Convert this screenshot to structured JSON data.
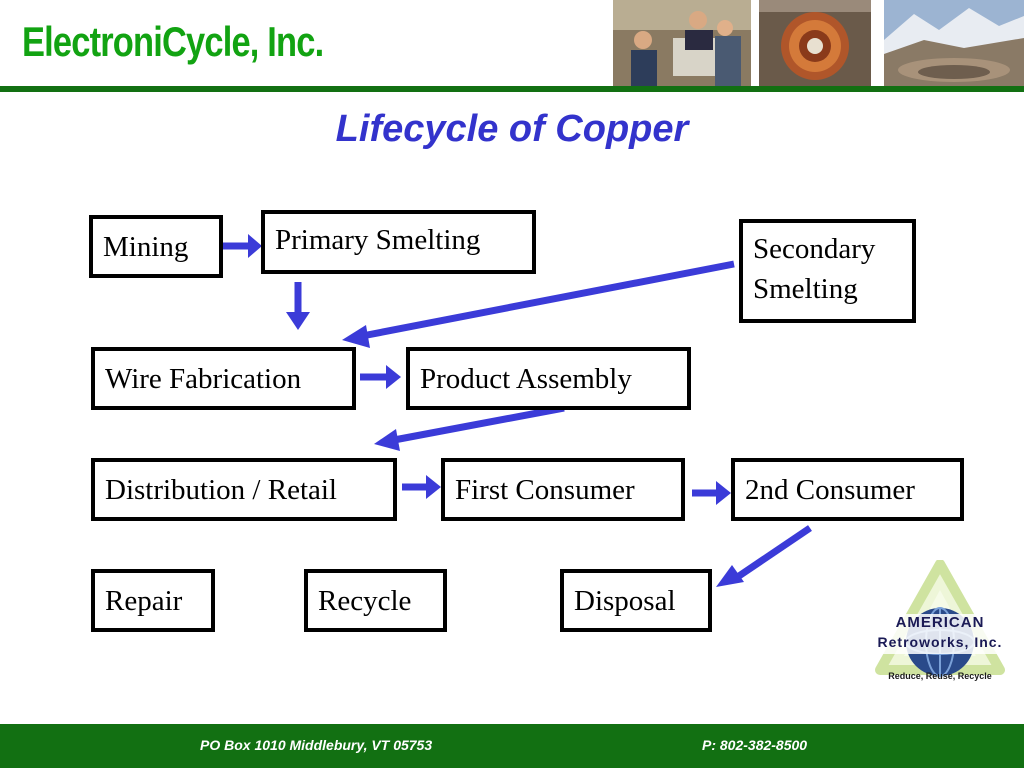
{
  "header": {
    "brand": "ElectroniCycle, Inc.",
    "title": "Lifecycle of Copper"
  },
  "colors": {
    "brand_green": "#12a312",
    "rule_green": "#127012",
    "title_blue": "#3333cc",
    "arrow_blue": "#3b3bd8"
  },
  "boxes": {
    "mining": "Mining",
    "primary_smelting": "Primary Smelting",
    "secondary_smelting_line1": "Secondary",
    "secondary_smelting_line2": "Smelting",
    "wire_fabrication": "Wire Fabrication",
    "product_assembly": "Product Assembly",
    "distribution_retail": "Distribution / Retail",
    "first_consumer": "First Consumer",
    "second_consumer": "2nd Consumer",
    "repair": "Repair",
    "recycle": "Recycle",
    "disposal": "Disposal"
  },
  "logo": {
    "line1": "American",
    "line2": "Retroworks, Inc.",
    "tagline": "Reduce, Reuse, Recycle"
  },
  "footer": {
    "address": "PO Box 1010 Middlebury, VT 05753",
    "phone": "P: 802-382-8500"
  }
}
